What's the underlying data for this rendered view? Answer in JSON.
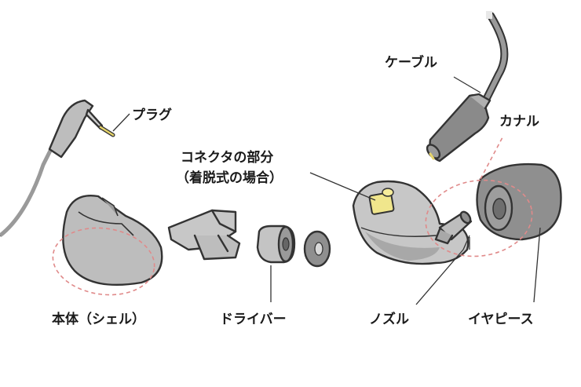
{
  "labels": {
    "cable": "ケーブル",
    "plug": "プラグ",
    "canal": "カナル",
    "connector_line1": "コネクタの部分",
    "connector_line2": "（着脱式の場合）",
    "shell": "本体（シェル）",
    "driver": "ドライバー",
    "nozzle": "ノズル",
    "eartip": "イヤピース"
  },
  "colors": {
    "body_gray": "#bdbdbd",
    "dark_gray": "#8f8f8f",
    "light_gray": "#d8d8d8",
    "outline": "#333333",
    "connector_yellow": "#f0e68c",
    "dashed_highlight": "#e08a8a"
  }
}
